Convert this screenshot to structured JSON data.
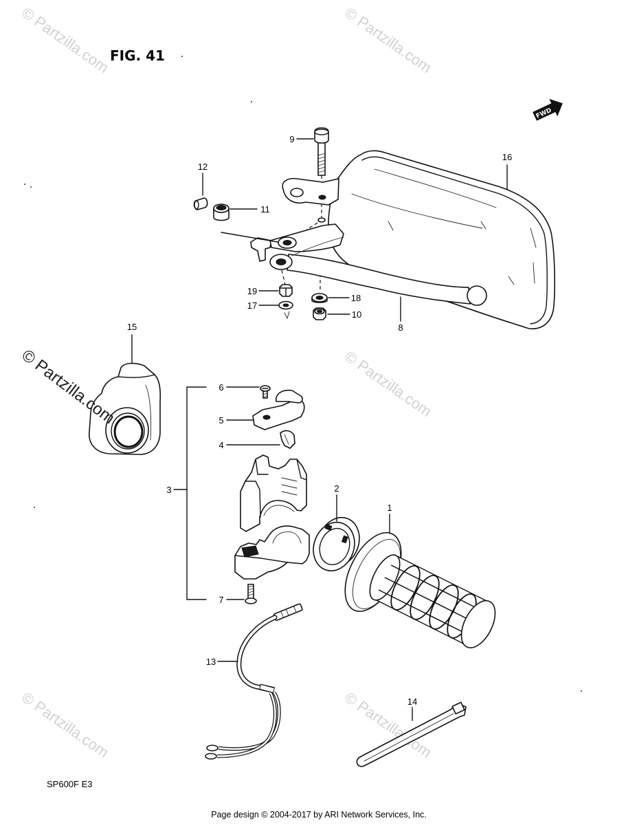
{
  "figure": {
    "title": "FIG. 41",
    "fwd_label": "FWD"
  },
  "callouts": [
    "1",
    "2",
    "3",
    "4",
    "5",
    "6",
    "7",
    "8",
    "9",
    "10",
    "11",
    "12",
    "13",
    "14",
    "15",
    "16",
    "17",
    "18",
    "19"
  ],
  "watermark": "© Partzilla.com",
  "model_code": "SP600F E3",
  "footer": "Page design © 2004-2017 by ARI Network Services, Inc."
}
